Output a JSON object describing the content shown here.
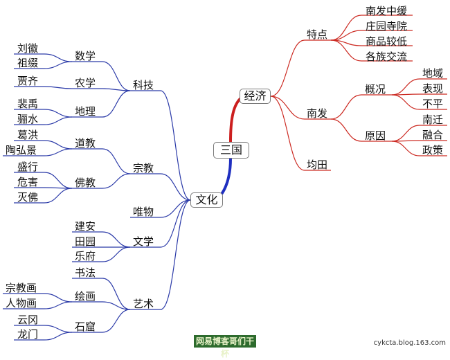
{
  "colors": {
    "left_branch": "#2b3aa8",
    "right_branch": "#cc2a22",
    "root_up": "#cc1f1f",
    "root_down": "#1f2fc0"
  },
  "root": "三国",
  "right": {
    "hub": "经济",
    "tedian": {
      "label": "特点",
      "items": [
        "南发中缓",
        "庄园寺院",
        "商品较低",
        "各族交流"
      ]
    },
    "nanfa": {
      "label": "南发",
      "gaikuang": {
        "label": "概况",
        "items": [
          "地域",
          "表现",
          "不平"
        ]
      },
      "yuanyin": {
        "label": "原因",
        "items": [
          "南迁",
          "融合",
          "政策"
        ]
      }
    },
    "juntian": "均田"
  },
  "left": {
    "hub": "文化",
    "keji": {
      "label": "科技",
      "shuxue": {
        "label": "数学",
        "items": [
          "刘徽",
          "祖缀"
        ]
      },
      "nongxue": {
        "label": "农学",
        "items": [
          "贾齐"
        ]
      },
      "dili": {
        "label": "地理",
        "items": [
          "裴禹",
          "骊水"
        ]
      }
    },
    "zongjiao": {
      "label": "宗教",
      "daojiao": {
        "label": "道教",
        "items": [
          "葛洪",
          "陶弘景"
        ]
      },
      "fojiao": {
        "label": "佛教",
        "items": [
          "盛行",
          "危害",
          "灭佛"
        ]
      }
    },
    "weiwu": "唯物",
    "wenxue": {
      "label": "文学",
      "items": [
        "建安",
        "田园",
        "乐府"
      ]
    },
    "yishu": {
      "label": "艺术",
      "shufa": "书法",
      "huihua": {
        "label": "绘画",
        "items": [
          "宗教画",
          "人物画"
        ]
      },
      "shiku": {
        "label": "石窟",
        "items": [
          "云冈",
          "龙门"
        ]
      }
    }
  },
  "footer": {
    "brand": "网易博客哥们干杯",
    "credit": "cykcta.blog.163.com"
  }
}
